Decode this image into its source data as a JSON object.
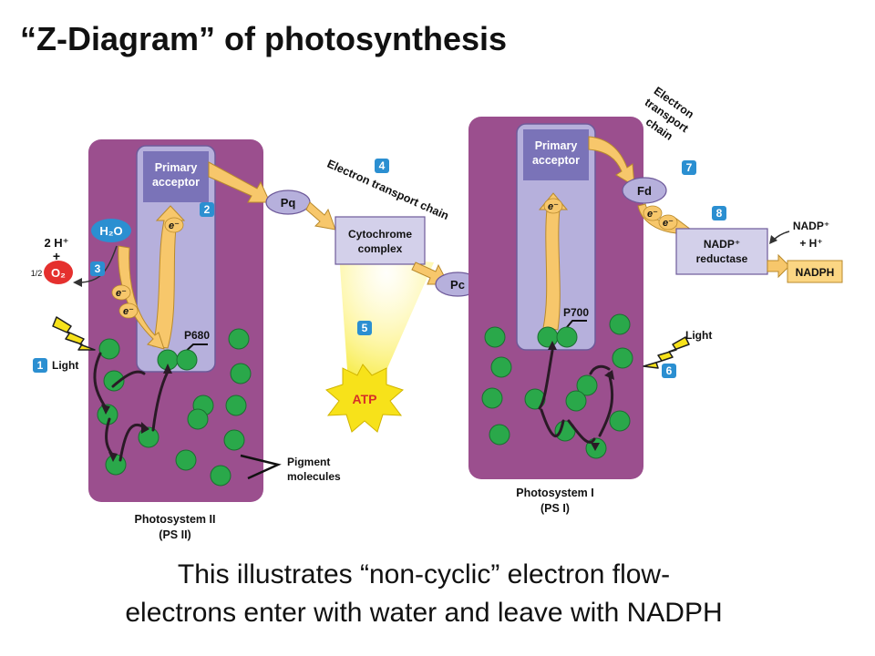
{
  "title": "“Z-Diagram” of photosynthesis",
  "caption": {
    "line1": "This illustrates “non-cyclic” electron flow-",
    "line2": "electrons enter with water and leave with NADPH"
  },
  "psii": {
    "primary_acceptor_line1": "Primary",
    "primary_acceptor_line2": "acceptor",
    "reaction_center": "P680",
    "label_line1": "Photosystem II",
    "label_line2": "(PS II)",
    "water": "H₂O",
    "protons": "2 H⁺",
    "plus": "+",
    "half": "1/2",
    "oxygen": "O₂",
    "light": "Light"
  },
  "psi": {
    "primary_acceptor_line1": "Primary",
    "primary_acceptor_line2": "acceptor",
    "reaction_center": "P700",
    "label_line1": "Photosystem I",
    "label_line2": "(PS I)",
    "light": "Light"
  },
  "chain": {
    "pq": "Pq",
    "cytochrome_line1": "Cytochrome",
    "cytochrome_line2": "complex",
    "pc": "Pc",
    "label": "Electron transport chain",
    "atp": "ATP"
  },
  "second_chain": {
    "label_line1": "Electron",
    "label_line2": "transport",
    "label_line3": "chain",
    "fd": "Fd",
    "reductase_line1": "NADP⁺",
    "reductase_line2": "reductase",
    "nadp_line1": "NADP⁺",
    "nadp_line2": "+ H⁺",
    "nadph": "NADPH"
  },
  "pigment_line1": "Pigment",
  "pigment_line2": "molecules",
  "electron": "e⁻",
  "steps": [
    "1",
    "2",
    "3",
    "4",
    "5",
    "6",
    "7",
    "8"
  ],
  "colors": {
    "photosystem": "#9b4f8e",
    "antenna": "#b6b0dc",
    "acceptor": "#7a73b8",
    "pigment": "#2aa84a",
    "arrow": "#f7c76b",
    "step_badge": "#2b8fd1",
    "oxygen": "#e5302e",
    "atp": "#f7e21a",
    "nadph": "#fbd683"
  }
}
